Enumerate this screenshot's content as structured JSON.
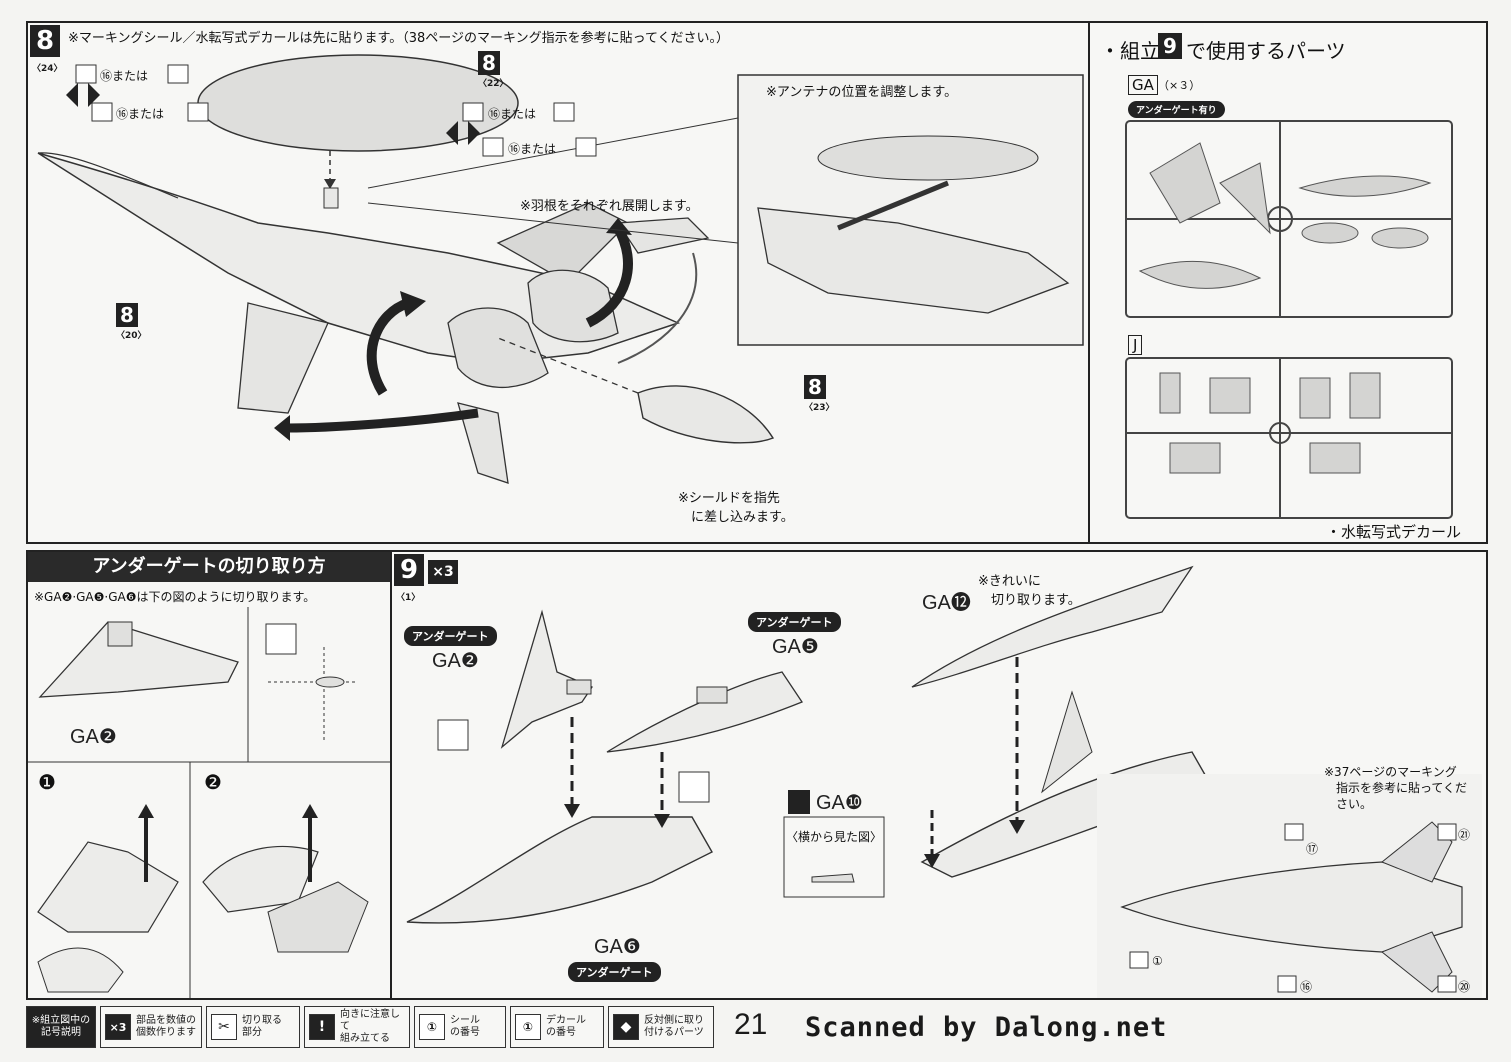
{
  "step8": {
    "number": "8",
    "ref": "〈24〉",
    "note_top": "※マーキングシール／水転写式デカールは先に貼ります。（38ページのマーキング指示を参考に貼ってください。）",
    "marking_a": "⑯または",
    "marking_b": "⑯または",
    "marking_c": "⑯または",
    "marking_d": "⑯または",
    "sub_ref_1": "8",
    "sub_ref_1_n": "〈22〉",
    "sub_ref_2": "8",
    "sub_ref_2_n": "〈20〉",
    "sub_ref_3": "8",
    "sub_ref_3_n": "〈23〉",
    "note_antenna": "※アンテナの位置を調整します。",
    "note_wings": "※羽根をそれぞれ展開します。",
    "note_shield": "※シールドを指先\n　に差し込みます。"
  },
  "parts": {
    "title_prefix": "・組立",
    "title_step": "9",
    "title_suffix": "で使用するパーツ",
    "ga_label": "GA",
    "ga_count": "（×３）",
    "under_gate_tag": "アンダーゲート有り",
    "j_label": "J",
    "decal_label": "・水転写式デカール"
  },
  "undergate": {
    "title": "アンダーゲートの切り取り方",
    "note": "※GA❷·GA❺·GA❻は下の図のように切り取ります。",
    "part_label": "GA❷",
    "step1": "❶",
    "step2": "❷"
  },
  "step9": {
    "number": "9",
    "multiplier": "×3",
    "ref": "〈1〉",
    "tag1": "アンダーゲート",
    "part1": "GA❷",
    "tag2": "アンダーゲート",
    "part2": "GA❺",
    "part3": "GA⓬",
    "note_clean": "※きれいに\n　切り取ります。",
    "part4": "GA❻",
    "tag4": "アンダーゲート",
    "part5": "GA❿",
    "side_view": "〈横から見た図〉",
    "marking_note": "※37ページのマーキング\n　指示を参考に貼ってくだ\n　さい。",
    "m1": "⑰",
    "m2": "㉑",
    "m3": "①",
    "m4": "⑯",
    "m5": "⑳"
  },
  "legend": {
    "head": "※組立図中の\n記号説明",
    "items": [
      {
        "icon": "×3",
        "text": "部品を数値の\n個数作ります"
      },
      {
        "icon": "✂",
        "text": "切り取る\n部分"
      },
      {
        "icon": "!",
        "text": "向きに注意して\n組み立てる"
      },
      {
        "icon": "①",
        "text": "シール\nの番号"
      },
      {
        "icon": "①",
        "text": "デカール\nの番号"
      },
      {
        "icon": "◆",
        "text": "反対側に取り\n付けるパーツ"
      }
    ]
  },
  "page_number": "21",
  "credit": "Scanned by Dalong.net"
}
